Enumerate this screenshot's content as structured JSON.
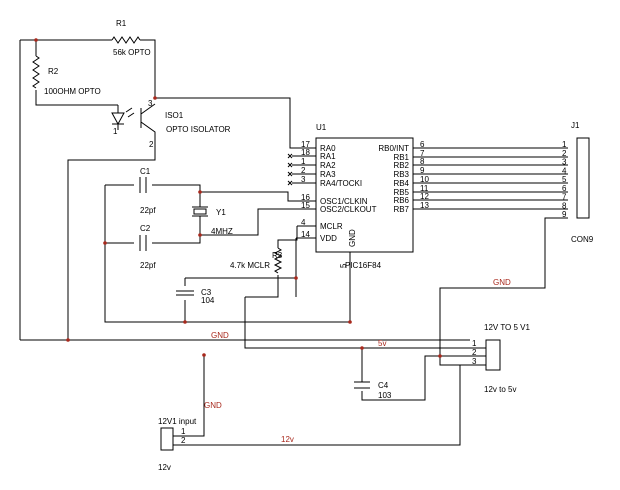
{
  "colors": {
    "wire": "#000000",
    "net_label": "#a8281c",
    "junction": "#a8281c",
    "background": "#ffffff"
  },
  "icons": {
    "led": "led-triangle",
    "phototransistor": "transistor-symbol",
    "crystal": "crystal-symbol",
    "not_connected": "x-mark"
  },
  "components": {
    "r1": {
      "ref": "R1",
      "value": "56k OPTO"
    },
    "r2": {
      "ref": "R2",
      "value": "100OHM OPTO"
    },
    "iso1": {
      "ref": "ISO1",
      "value": "OPTO ISOLATOR",
      "pin1": "1",
      "pin2": "2",
      "pin3": "3"
    },
    "c1": {
      "ref": "C1",
      "value": "22pf"
    },
    "c2": {
      "ref": "C2",
      "value": "22pf"
    },
    "y1": {
      "ref": "Y1",
      "value": "4MHZ"
    },
    "c3": {
      "ref": "C3",
      "value": "104"
    },
    "r3": {
      "ref": "R3",
      "value": "4.7k MCLR"
    },
    "c4": {
      "ref": "C4",
      "value": "103"
    }
  },
  "u1": {
    "ref": "U1",
    "part": "PIC16F84",
    "left_pins": [
      {
        "num": "17",
        "name": "RA0"
      },
      {
        "num": "18",
        "name": "RA1"
      },
      {
        "num": "1",
        "name": "RA2"
      },
      {
        "num": "2",
        "name": "RA3"
      },
      {
        "num": "3",
        "name": "RA4/TOCKI"
      },
      {
        "num": "16",
        "name": "OSC1/CLKIN"
      },
      {
        "num": "15",
        "name": "OSC2/CLKOUT"
      },
      {
        "num": "4",
        "name": "MCLR"
      },
      {
        "num": "14",
        "name": "VDD"
      }
    ],
    "right_pins": [
      {
        "num": "6",
        "name": "RB0/INT"
      },
      {
        "num": "7",
        "name": "RB1"
      },
      {
        "num": "8",
        "name": "RB2"
      },
      {
        "num": "9",
        "name": "RB3"
      },
      {
        "num": "10",
        "name": "RB4"
      },
      {
        "num": "11",
        "name": "RB5"
      },
      {
        "num": "12",
        "name": "RB6"
      },
      {
        "num": "13",
        "name": "RB7"
      }
    ],
    "gnd_pin": {
      "num": "5",
      "name": "GND"
    }
  },
  "j1": {
    "ref": "J1",
    "part": "CON9",
    "pins": [
      "1",
      "2",
      "3",
      "4",
      "5",
      "6",
      "7",
      "8",
      "9"
    ]
  },
  "regulator": {
    "title": "12V TO 5 V1",
    "subtitle": "12v to 5v",
    "pins": [
      "1",
      "2",
      "3"
    ]
  },
  "input_connector": {
    "title": "12V1 input",
    "subtitle": "12v",
    "pins": [
      "1",
      "2"
    ]
  },
  "nets": {
    "gnd_top": "GND",
    "gnd_mid": "GND",
    "gnd_left": "GND",
    "v5": "5v",
    "v12": "12v"
  }
}
